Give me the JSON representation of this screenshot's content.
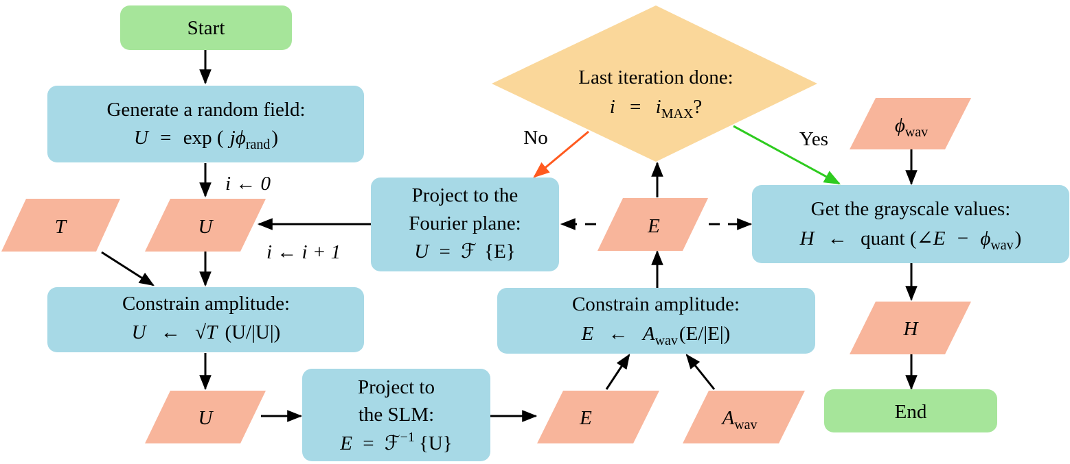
{
  "colors": {
    "terminal": "#a6e59a",
    "process": "#a7d9e6",
    "data": "#f8b59b",
    "decision": "#fad79a",
    "no": "#ff5a1f",
    "yes": "#2ecb1f",
    "arrow": "#000000"
  },
  "nodes": {
    "start": {
      "text": "Start"
    },
    "end": {
      "text": "End"
    },
    "gen_field": {
      "line1": "Generate a random field:",
      "line2_lhs": "U",
      "line2_eq": "=",
      "line2_fn": "exp (",
      "line2_var": "jϕ",
      "line2_sub": "rand",
      "line2_close": ")"
    },
    "u_top": {
      "text": "U"
    },
    "t_input": {
      "text": "T"
    },
    "constrain_left": {
      "line1": "Constrain amplitude:",
      "lhs": "U",
      "arrow": "←",
      "root": "√",
      "root_var": "T",
      "rest": "(U/|U|)"
    },
    "u_bottom": {
      "text": "U"
    },
    "project_slm": {
      "line1": "Project to",
      "line2": "the SLM:",
      "line3_lhs": "E",
      "line3_eq": "=",
      "line3_op": "ℱ",
      "line3_exp": "−1",
      "line3_rest": "{U}"
    },
    "e_bottom": {
      "text": "E"
    },
    "a_wav": {
      "text": "A",
      "sub": "wav"
    },
    "constrain_right": {
      "line1": "Constrain amplitude:",
      "lhs": "E",
      "arrow": "←",
      "var": "A",
      "sub": "wav",
      "rest": "(E/|E|)"
    },
    "e_mid": {
      "text": "E"
    },
    "decision": {
      "line1": "Last iteration done:",
      "lhs": "i",
      "eq": "=",
      "var": "i",
      "sub": "MAX",
      "q": "?"
    },
    "project_fourier": {
      "line1": "Project to the",
      "line2": "Fourier plane:",
      "line3_lhs": "U",
      "line3_eq": "=",
      "line3_op": "ℱ",
      "line3_rest": "{E}"
    },
    "phi_wav": {
      "text": "ϕ",
      "sub": "wav"
    },
    "grayscale": {
      "line1": "Get the grayscale values:",
      "lhs": "H",
      "arrow": "←",
      "fn": "quant (",
      "angle": "∠",
      "var": "E",
      "minus": "−",
      "phi": "ϕ",
      "sub": "wav",
      "close": ")"
    },
    "h_out": {
      "text": "H"
    }
  },
  "edge_labels": {
    "init": "i ← 0",
    "increment": "i ← i + 1",
    "no": "No",
    "yes": "Yes"
  }
}
